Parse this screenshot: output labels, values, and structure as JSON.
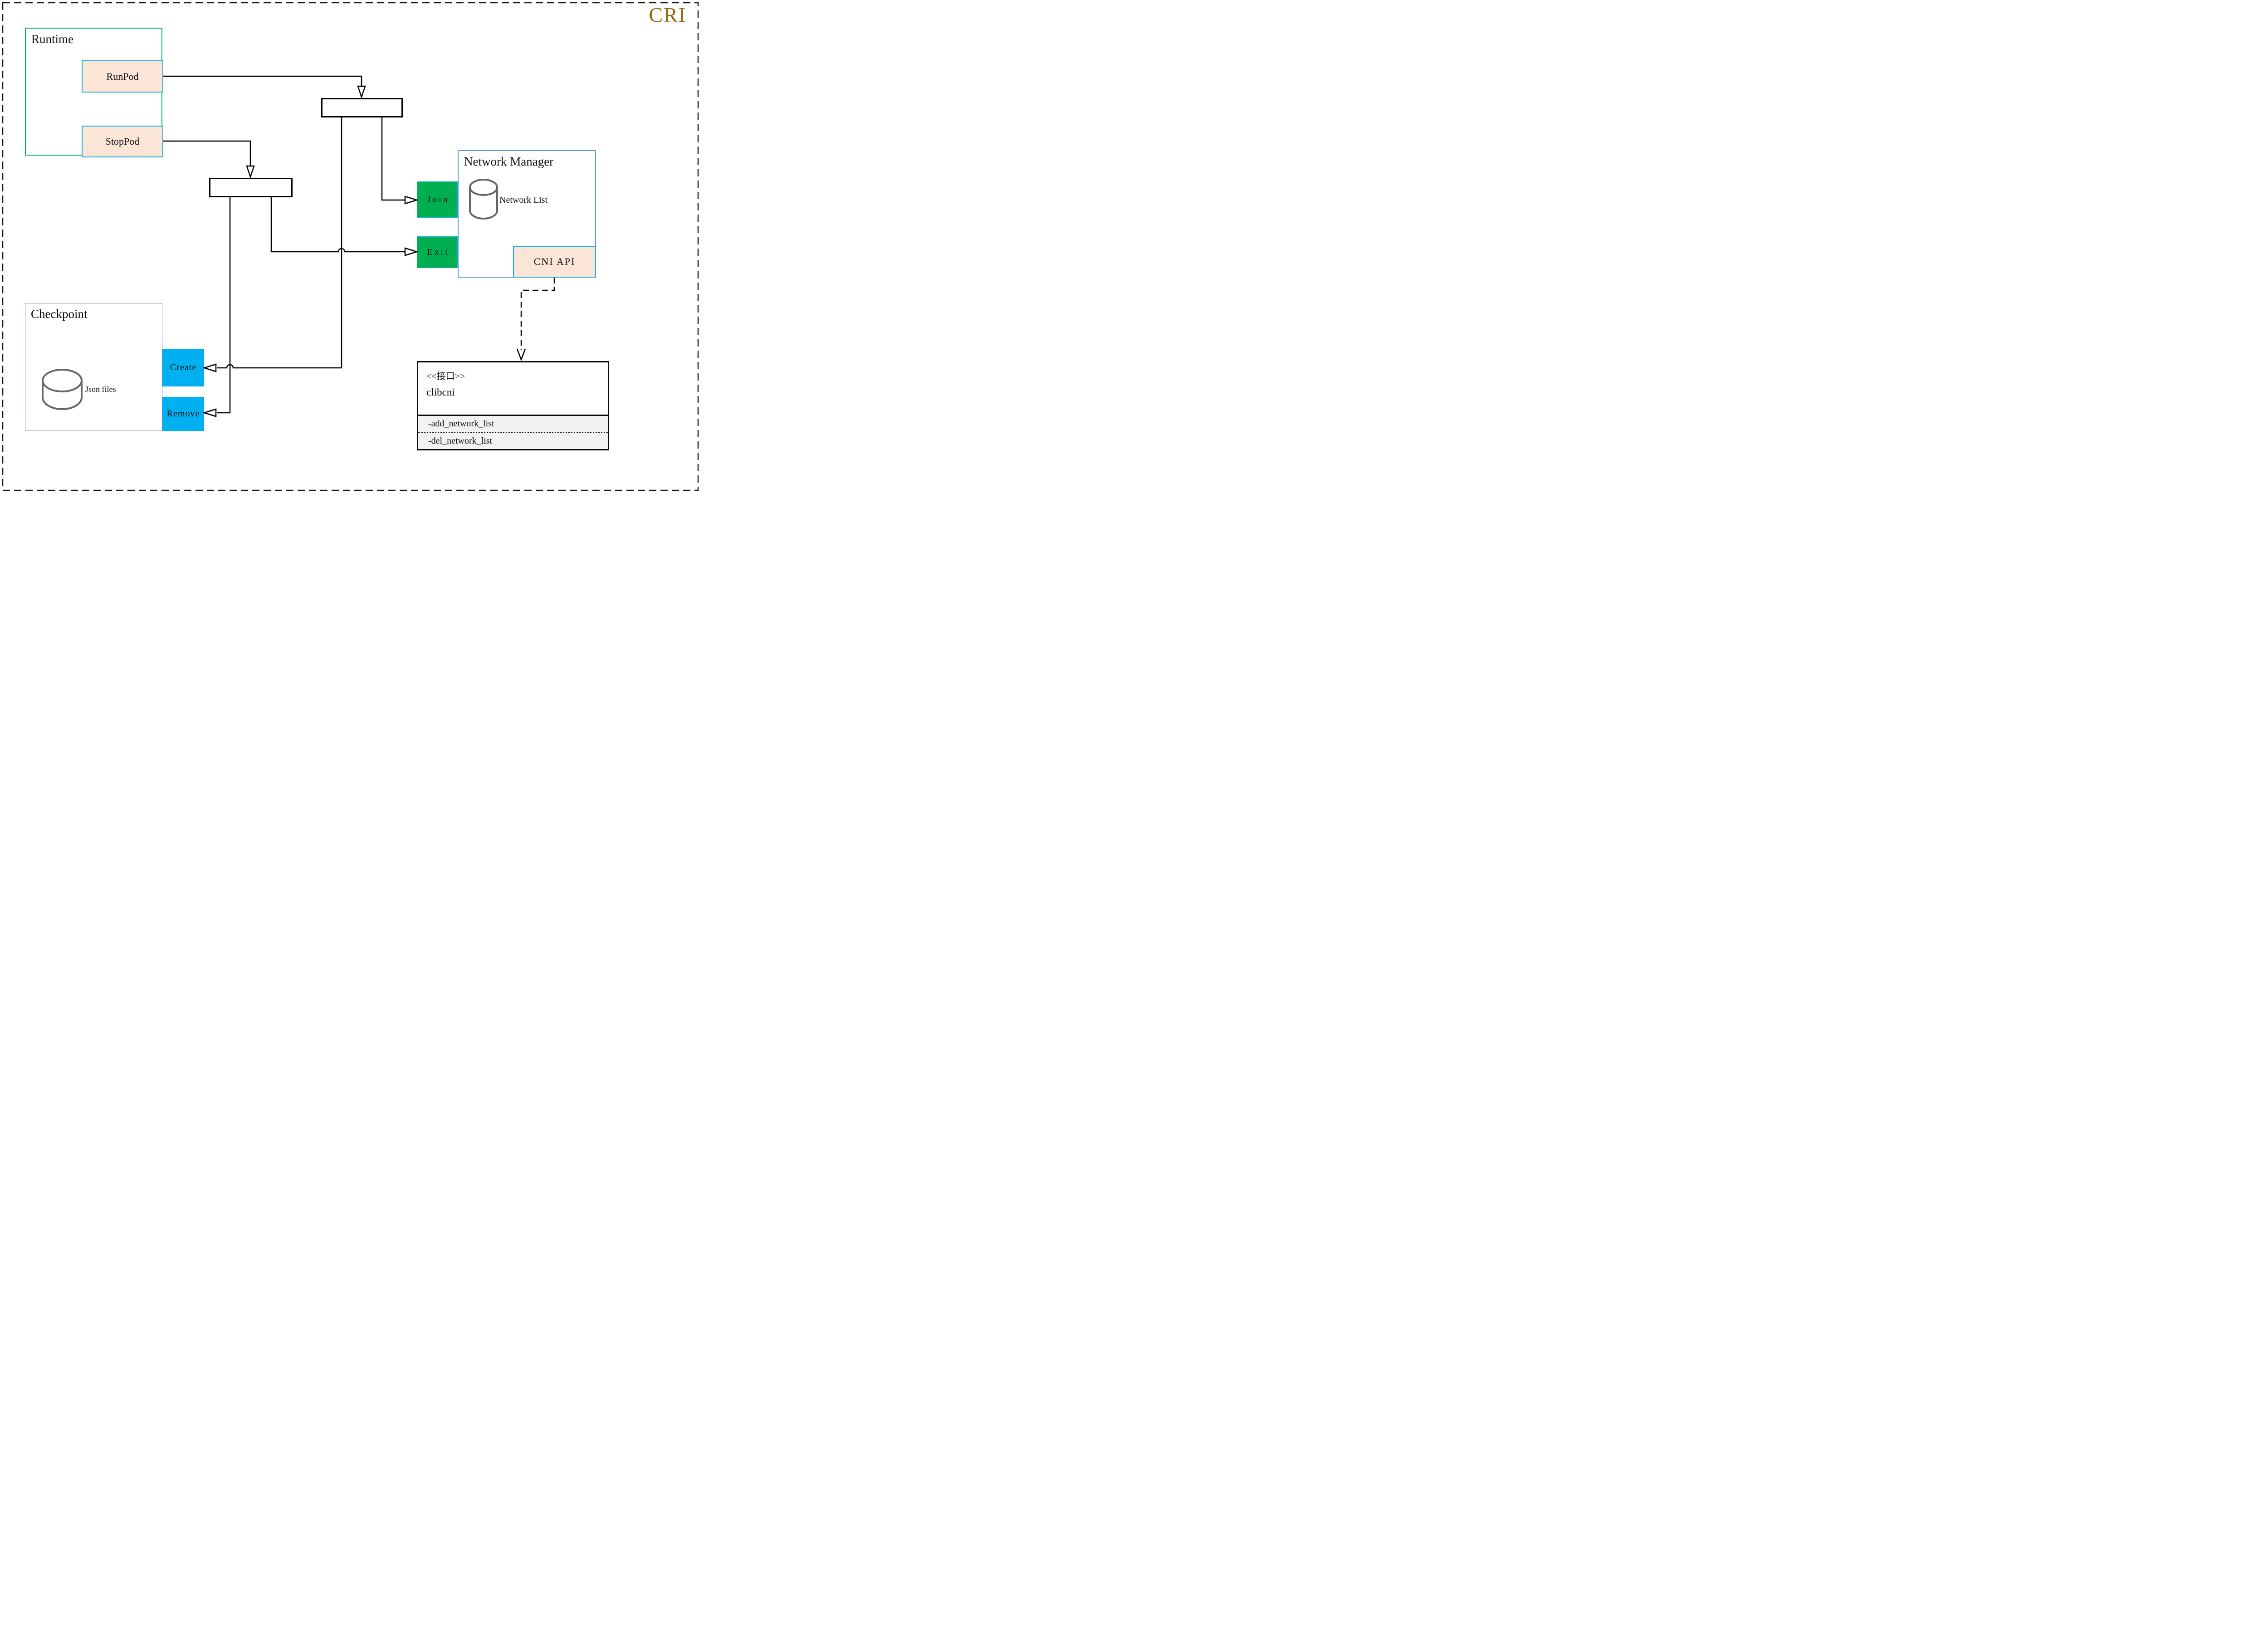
{
  "title": {
    "text": "CRI",
    "color": "#8A6D0F"
  },
  "runtime": {
    "title": "Runtime",
    "runpod": "RunPod",
    "stoppod": "StopPod"
  },
  "network_manager": {
    "title": "Network Manager",
    "network_list": "Network List",
    "join": "Join",
    "exit": "Exit",
    "cni_api": "CNI API"
  },
  "checkpoint": {
    "title": "Checkpoint",
    "json_files": "Json files",
    "create": "Create",
    "remove": "Remove"
  },
  "clibcni": {
    "stereotype": "<<接口>>",
    "name": "clibcni",
    "member_add": "-add_network_list",
    "member_del": "-del_network_list"
  },
  "icons": {
    "network_list": "database-cylinder-icon",
    "json_files": "database-cylinder-icon"
  },
  "colors": {
    "title_gold": "#8A6D0F",
    "runtime_border_green": "#00B050",
    "method_green_fill": "#00B050",
    "peach_fill": "#FBE5D6",
    "cyan_border": "#1CADE4",
    "blue_fill": "#00B0F0",
    "network_manager_border": "#5B9BD5",
    "checkpoint_border": "#9673C6",
    "uml_attr_gray": "#F2F2F2",
    "cylinder_gray": "#666666",
    "line_black": "#000000"
  }
}
